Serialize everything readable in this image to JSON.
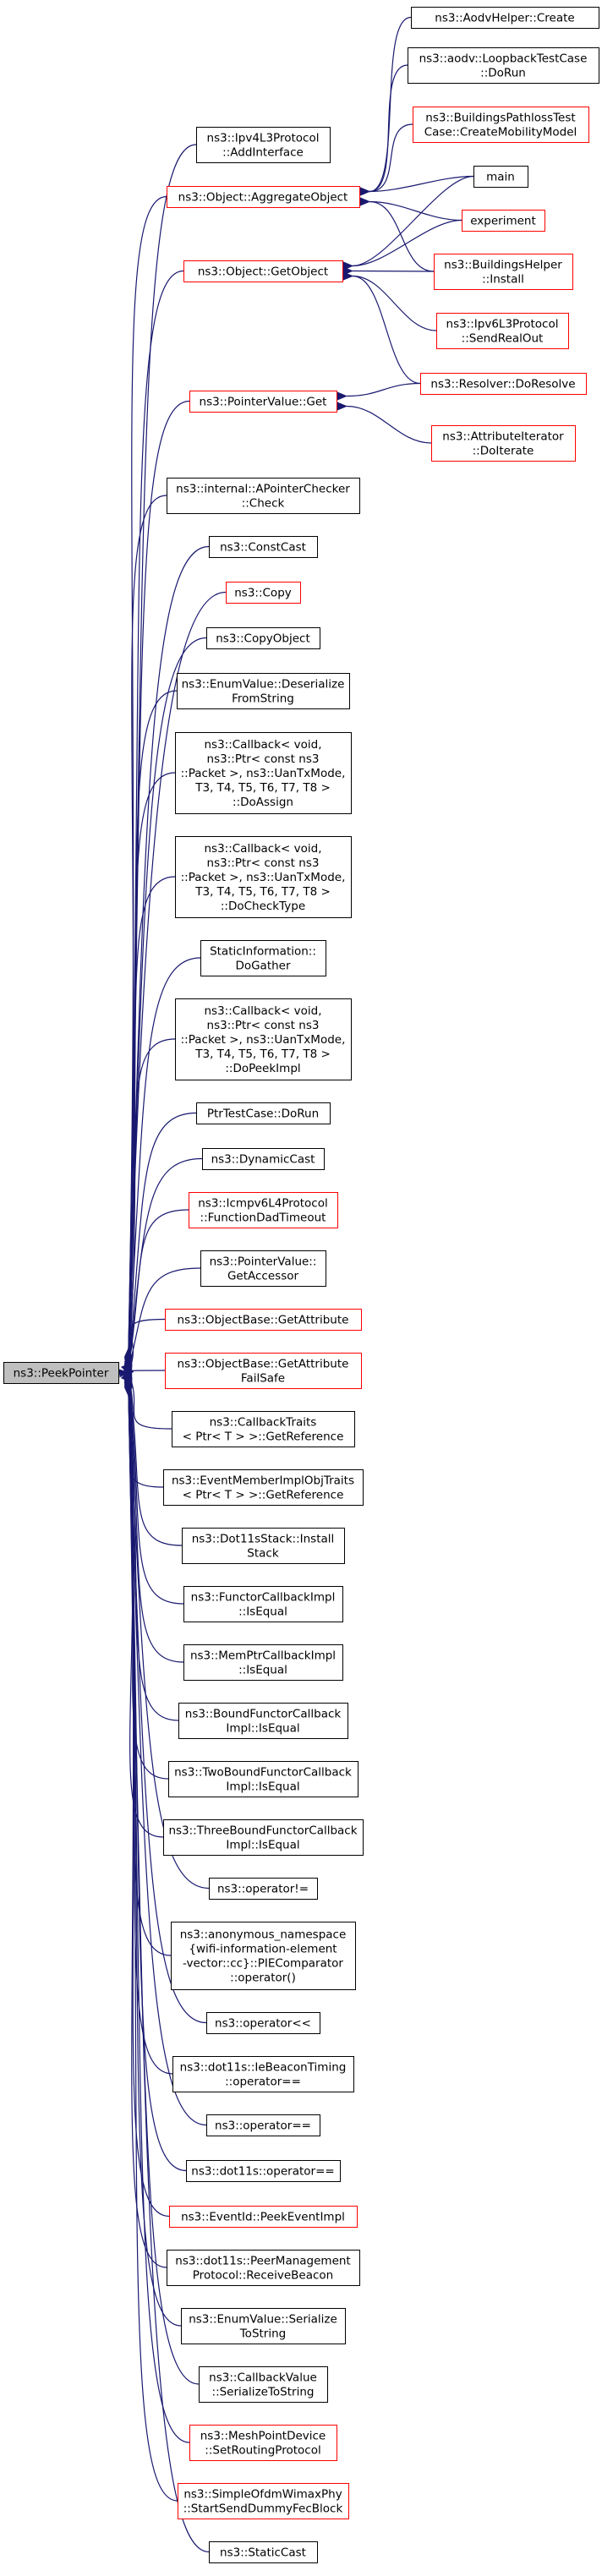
{
  "colors": {
    "edge": "#191970",
    "node_border": "#000000",
    "node_border_truncated": "#ff0000",
    "focus_fill": "#bfbfbf",
    "node_fill": "#ffffff"
  },
  "nodes": {
    "peekpointer": [
      "ns3::PeekPointer"
    ],
    "ipv4l3_addinterface": [
      "ns3::Ipv4L3Protocol",
      "::AddInterface"
    ],
    "aggregateobject": [
      "ns3::Object::AggregateObject"
    ],
    "getobject": [
      "ns3::Object::GetObject"
    ],
    "pointervalue_get": [
      "ns3::PointerValue::Get"
    ],
    "apointerchecker_check": [
      "ns3::internal::APointerChecker",
      "::Check"
    ],
    "constcast": [
      "ns3::ConstCast"
    ],
    "copy": [
      "ns3::Copy"
    ],
    "copyobject": [
      "ns3::CopyObject"
    ],
    "enumvalue_deserialize": [
      "ns3::EnumValue::Deserialize",
      "FromString"
    ],
    "callback_doassign": [
      "ns3::Callback< void,",
      "ns3::Ptr< const ns3",
      "::Packet >, ns3::UanTxMode,",
      "T3, T4, T5, T6, T7, T8 >",
      "::DoAssign"
    ],
    "callback_dochecktype": [
      "ns3::Callback< void,",
      "ns3::Ptr< const ns3",
      "::Packet >, ns3::UanTxMode,",
      "T3, T4, T5, T6, T7, T8 >",
      "::DoCheckType"
    ],
    "staticinformation_dogather": [
      "StaticInformation::",
      "DoGather"
    ],
    "callback_dopeekimpl": [
      "ns3::Callback< void,",
      "ns3::Ptr< const ns3",
      "::Packet >, ns3::UanTxMode,",
      "T3, T4, T5, T6, T7, T8 >",
      "::DoPeekImpl"
    ],
    "ptrtestcase_dorun": [
      "PtrTestCase::DoRun"
    ],
    "dynamiccast": [
      "ns3::DynamicCast"
    ],
    "icmpv6l4_functiondadtimeout": [
      "ns3::Icmpv6L4Protocol",
      "::FunctionDadTimeout"
    ],
    "pointervalue_getaccessor": [
      "ns3::PointerValue::",
      "GetAccessor"
    ],
    "objectbase_getattribute": [
      "ns3::ObjectBase::GetAttribute"
    ],
    "objectbase_getattributefailsafe": [
      "ns3::ObjectBase::GetAttribute",
      "FailSafe"
    ],
    "callbacktraits_getreference": [
      "ns3::CallbackTraits",
      "< Ptr< T > >::GetReference"
    ],
    "eventmemberimplobjtraits_getreference": [
      "ns3::EventMemberImplObjTraits",
      "< Ptr< T > >::GetReference"
    ],
    "dot11sstack_installstack": [
      "ns3::Dot11sStack::Install",
      "Stack"
    ],
    "functorcallbackimpl_isequal": [
      "ns3::FunctorCallbackImpl",
      "::IsEqual"
    ],
    "memptrcallbackimpl_isequal": [
      "ns3::MemPtrCallbackImpl",
      "::IsEqual"
    ],
    "boundfunctorcallback_isequal": [
      "ns3::BoundFunctorCallback",
      "Impl::IsEqual"
    ],
    "twoboundfunctorcallback_isequal": [
      "ns3::TwoBoundFunctorCallback",
      "Impl::IsEqual"
    ],
    "threeboundfunctorcallback_isequal": [
      "ns3::ThreeBoundFunctorCallback",
      "Impl::IsEqual"
    ],
    "operator_ne": [
      "ns3::operator!="
    ],
    "piecomparator": [
      "ns3::anonymous_namespace",
      "{wifi-information-element",
      "-vector::cc}::PIEComparator",
      "::operator()"
    ],
    "operator_lshift": [
      "ns3::operator<<"
    ],
    "iebeacontiming_eq": [
      "ns3::dot11s::IeBeaconTiming",
      "::operator=="
    ],
    "operator_eq": [
      "ns3::operator=="
    ],
    "dot11s_operator_eq": [
      "ns3::dot11s::operator=="
    ],
    "eventid_peekeventimpl": [
      "ns3::EventId::PeekEventImpl"
    ],
    "peermanagement_receivebeacon": [
      "ns3::dot11s::PeerManagement",
      "Protocol::ReceiveBeacon"
    ],
    "enumvalue_serialize": [
      "ns3::EnumValue::Serialize",
      "ToString"
    ],
    "callbackvalue_serialize": [
      "ns3::CallbackValue",
      "::SerializeToString"
    ],
    "meshpointdevice_setrouting": [
      "ns3::MeshPointDevice",
      "::SetRoutingProtocol"
    ],
    "simpleofdmwimaxphy_startsend": [
      "ns3::SimpleOfdmWimaxPhy",
      "::StartSendDummyFecBlock"
    ],
    "staticcast": [
      "ns3::StaticCast"
    ],
    "aodvhelper_create": [
      "ns3::AodvHelper::Create"
    ],
    "loopbacktestcase_dorun": [
      "ns3::aodv::LoopbackTestCase",
      "::DoRun"
    ],
    "buildingspathloss_createmobility": [
      "ns3::BuildingsPathlossTest",
      "Case::CreateMobilityModel"
    ],
    "main": [
      "main"
    ],
    "experiment": [
      "experiment"
    ],
    "buildingshelper_install": [
      "ns3::BuildingsHelper",
      "::Install"
    ],
    "ipv6l3_sendrealout": [
      "ns3::Ipv6L3Protocol",
      "::SendRealOut"
    ],
    "resolver_doresolve": [
      "ns3::Resolver::DoResolve"
    ],
    "attributeiterator_doiterate": [
      "ns3::AttributeIterator",
      "::DoIterate"
    ]
  }
}
